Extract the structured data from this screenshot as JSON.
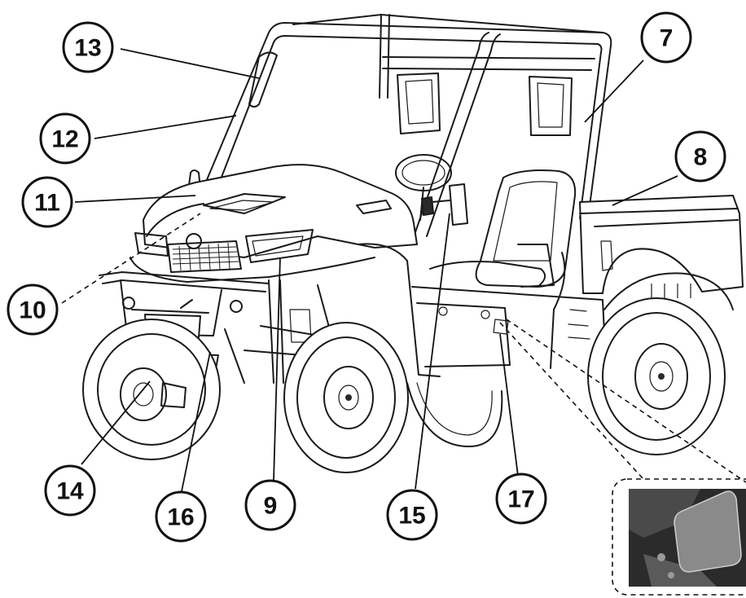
{
  "callouts": [
    {
      "id": "7",
      "label": "7"
    },
    {
      "id": "8",
      "label": "8"
    },
    {
      "id": "9",
      "label": "9"
    },
    {
      "id": "10",
      "label": "10"
    },
    {
      "id": "11",
      "label": "11"
    },
    {
      "id": "12",
      "label": "12"
    },
    {
      "id": "13",
      "label": "13"
    },
    {
      "id": "14",
      "label": "14"
    },
    {
      "id": "15",
      "label": "15"
    },
    {
      "id": "16",
      "label": "16"
    },
    {
      "id": "17",
      "label": "17"
    }
  ],
  "colors": {
    "line": "#1a1a1a",
    "background": "#ffffff",
    "inset_photo_dark": "#2b2b2b",
    "inset_photo_panel": "#8a8a8a"
  },
  "icons": [
    "utility-vehicle-line-art",
    "fuel-cap-photo-inset"
  ]
}
